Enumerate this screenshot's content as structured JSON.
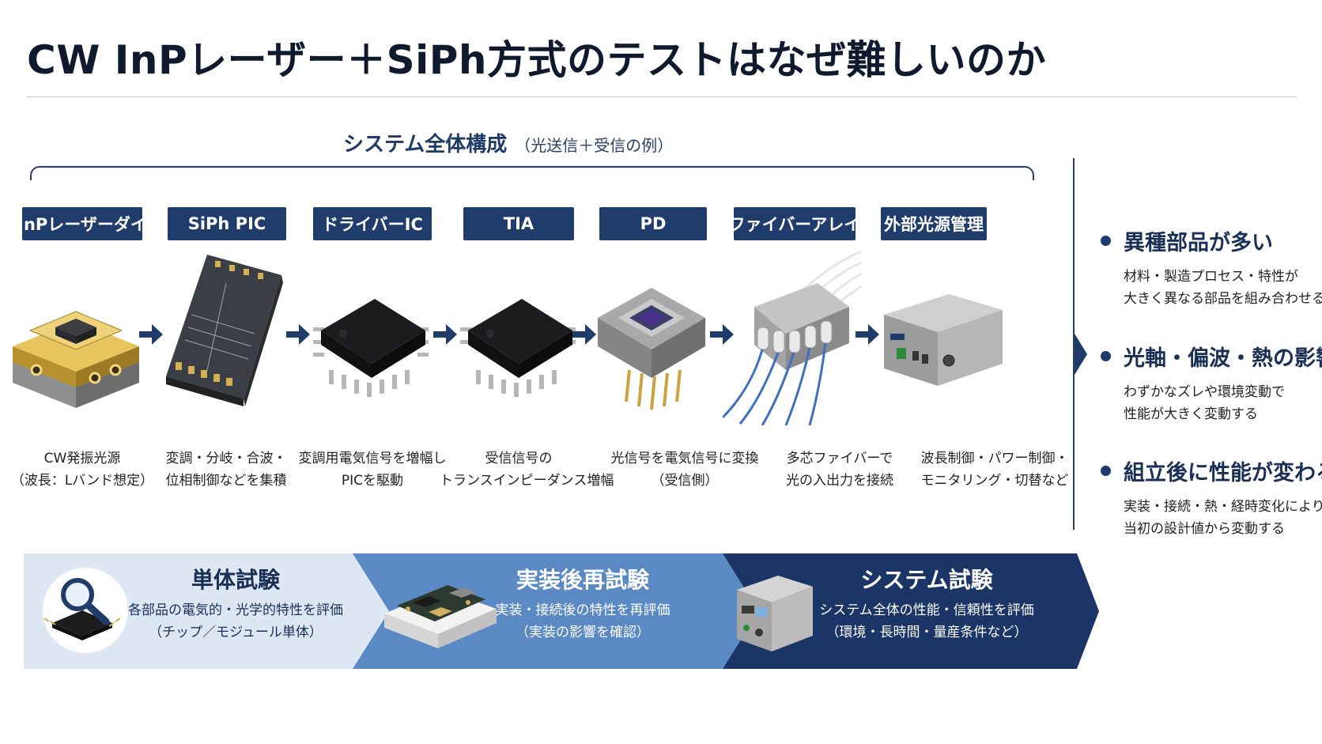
{
  "title": "CW InPレーザー＋SiPh方式のテストはなぜ難しいのか",
  "system": {
    "heading": "システム全体構成",
    "subheading": "（光送信＋受信の例）",
    "components": [
      {
        "label": "InPレーザーダイ",
        "icon": "laser-die-icon",
        "desc1": "CW発振光源",
        "desc2": "（波長：Lバンド想定）"
      },
      {
        "label": "SiPh PIC",
        "icon": "siph-pic-icon",
        "desc1": "変調・分岐・合波・",
        "desc2": "位相制御などを集積"
      },
      {
        "label": "ドライバーIC",
        "icon": "driver-ic-icon",
        "desc1": "変調用電気信号を増幅し",
        "desc2": "PICを駆動"
      },
      {
        "label": "TIA",
        "icon": "tia-chip-icon",
        "desc1": "受信信号の",
        "desc2": "トランスインピーダンス増幅"
      },
      {
        "label": "PD",
        "icon": "photodiode-icon",
        "desc1": "光信号を電気信号に変換",
        "desc2": "（受信側）"
      },
      {
        "label": "ファイバーアレイ",
        "icon": "fiber-array-icon",
        "desc1": "多芯ファイバーで",
        "desc2": "光の入出力を接続"
      },
      {
        "label": "外部光源管理",
        "icon": "light-source-box-icon",
        "desc1": "波長制御・パワー制御・",
        "desc2": "モニタリング・切替など"
      }
    ]
  },
  "challenges": [
    {
      "head": "異種部品が多い",
      "line1": "材料・製造プロセス・特性が",
      "line2": "大きく異なる部品を組み合わせる"
    },
    {
      "head": "光軸・偏波・熱の影響",
      "line1": "わずかなズレや環境変動で",
      "line2": "性能が大きく変動する"
    },
    {
      "head": "組立後に性能が変わる",
      "line1": "実装・接続・熱・経時変化により",
      "line2": "当初の設計値から変動する"
    }
  ],
  "test_flow": [
    {
      "title": "単体試験",
      "line1": "各部品の電気的・光学的特性を評価",
      "line2": "（チップ／モジュール単体）",
      "icon": "magnifier-chip-icon"
    },
    {
      "title": "実装後再試験",
      "line1": "実装・接続後の特性を再評価",
      "line2": "（実装の影響を確認）",
      "icon": "assembled-board-icon"
    },
    {
      "title": "システム試験",
      "line1": "システム全体の性能・信頼性を評価",
      "line2": "（環境・長時間・量産条件など）",
      "icon": "system-box-icon"
    }
  ],
  "colors": {
    "navy": "#1f3c6b",
    "mid_blue": "#5b89c4",
    "light_blue": "#dce7f3",
    "dark_navy": "#1a3566"
  }
}
